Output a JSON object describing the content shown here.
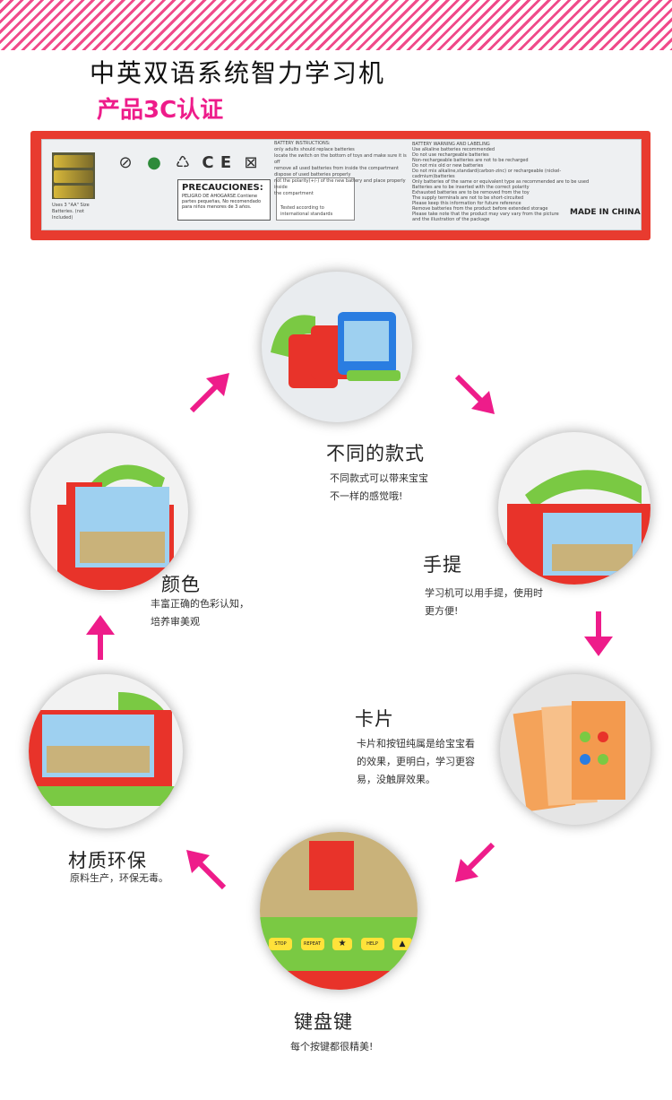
{
  "header": {
    "title": "中英双语系统智力学习机",
    "subtitle": "产品3C认证"
  },
  "box": {
    "battery_instructions_title": "BATTERY INSTRUCTIONS:",
    "battery_instructions_lines": [
      "only adults should replace batteries",
      "locate the switch on the bottom of toys and make sure it is off",
      "remove all used batteries from inside the compartment",
      "dispose of used batteries properly",
      "not the polarity(+/-) of the new battery and place properly inside",
      "the compartment"
    ],
    "battery_note": "Uses 3 \"AA\" Size Batteries. (not Included)",
    "precautions_title": "PRECAUCIONES:",
    "precautions_text": "PELIGRO DE AHOGARSE.Contiene partes pequeñas, No recomendado para niños menores de 3 años.",
    "standard_text": "Tested according to international standards",
    "warning_title": "BATTERY WARNING AND LABELING",
    "warning_lines": [
      "Use alkaline batteries recommended",
      "Do not use rechargeable batteries",
      "Non-rechargeable batteries are not to be recharged",
      "Do not mix old or new batteries",
      "Do not mix alkaline,standard(carbon-zinc) or rechargeable (nickel-cadmium)batteries",
      "Only batteries of the same or equivalent type as recommended are to be used",
      "Batteries are to be inserted with the correct polarity",
      "Exhausted batteries are to be removed from the toy",
      "The supply terminals are not to be short-circuited",
      "Please keep this information for future reference",
      "Remove batteries from the product before extended storage",
      "Please take note that the product may vary vary from the picture",
      "and the illustration of the package"
    ],
    "made_in": "MADE IN CHINA"
  },
  "features": [
    {
      "title": "不同的款式",
      "desc": [
        "不同款式可以带来宝宝",
        "不一样的感觉哦!"
      ]
    },
    {
      "title": "手提",
      "desc": [
        "学习机可以用手提，使用时",
        "更方便!"
      ]
    },
    {
      "title": "卡片",
      "desc": [
        "卡片和按钮纯属是给宝宝看",
        "的效果，更明白，学习更容",
        "易，没触屏效果。"
      ]
    },
    {
      "title": "键盘键",
      "desc": [
        "每个按键都很精美!"
      ]
    },
    {
      "title": "材质环保",
      "desc": [
        "原料生产，环保无毒。"
      ]
    },
    {
      "title": "颜色",
      "desc": [
        "丰富正确的色彩认知，",
        "培养审美观"
      ]
    }
  ],
  "keys": [
    "STOP",
    "REPEAT",
    "",
    "HELP",
    ""
  ],
  "colors": {
    "accent": "#ee1c8a",
    "box_red": "#e83b2f",
    "toy_green": "#7ac943"
  }
}
